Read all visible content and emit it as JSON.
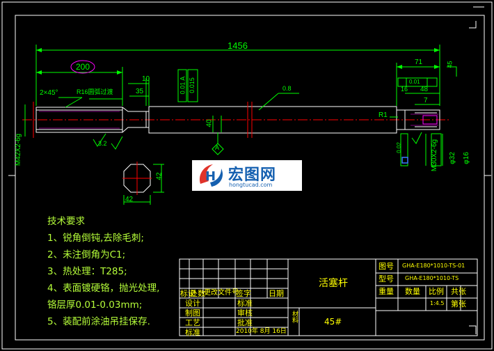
{
  "drawing": {
    "dims": {
      "overall": "1456",
      "sec200": "200",
      "d10": "10",
      "d35": "35",
      "chamfer": "2×45°",
      "r16": "R16圆弧过渡",
      "d71": "71",
      "d48": "48",
      "d7": "7",
      "r1": "R1",
      "c0_8": "0.8",
      "rough32": "3.2",
      "d42": "42",
      "d42b": "42",
      "d40": "40",
      "tol_a": "0.01 A",
      "tol_b": "0.015",
      "tol_c": "0.01",
      "tol_d": "0.02",
      "frame_a": "A",
      "d45": "45",
      "m42": "M42X2-6g",
      "m30": "M30X2-6g",
      "phi32": "φ32",
      "phi16": "φ16",
      "d16": "16"
    },
    "tech_title": "技术要求",
    "tech_items": [
      "1、锐角倒钝,去除毛刺;",
      "2、未注倒角为C1;",
      "3、热处理：T285;",
      "4、表面镀硬铬，抛光处理,",
      "    铬层厚0.01-0.03mm;",
      "5、装配前涂油吊挂保存."
    ],
    "title_block": {
      "part_name": "活塞杆",
      "material": "45#",
      "fig_no_label": "图号",
      "fig_no": "GHA-E180*1010-TS-01",
      "model_label": "型号",
      "model": "GHA-E180*1010-TS",
      "weight_label": "重量",
      "qty_label": "数量",
      "scale_label": "比例",
      "total_label": "共张",
      "scale": "1:4.5",
      "sheet_label": "第张",
      "marks": "标记",
      "count": "处数",
      "change_doc": "更改文件号",
      "signature": "签字",
      "date": "日期",
      "design": "设计",
      "check": "审核",
      "drafting": "制图",
      "standard": "标准",
      "process": "工艺",
      "approve": "批准",
      "date_value": "2010年 8月 16日",
      "vertical": "材料"
    }
  },
  "watermark": {
    "name": "宏图网",
    "url": "hongtucad.com"
  },
  "colors": {
    "dimension": "#00ff00",
    "outline": "#ffffff",
    "center": "#ff0000",
    "accent": "#ff00ff",
    "blue": "#3a7bff",
    "title_text": "#ffff00"
  }
}
